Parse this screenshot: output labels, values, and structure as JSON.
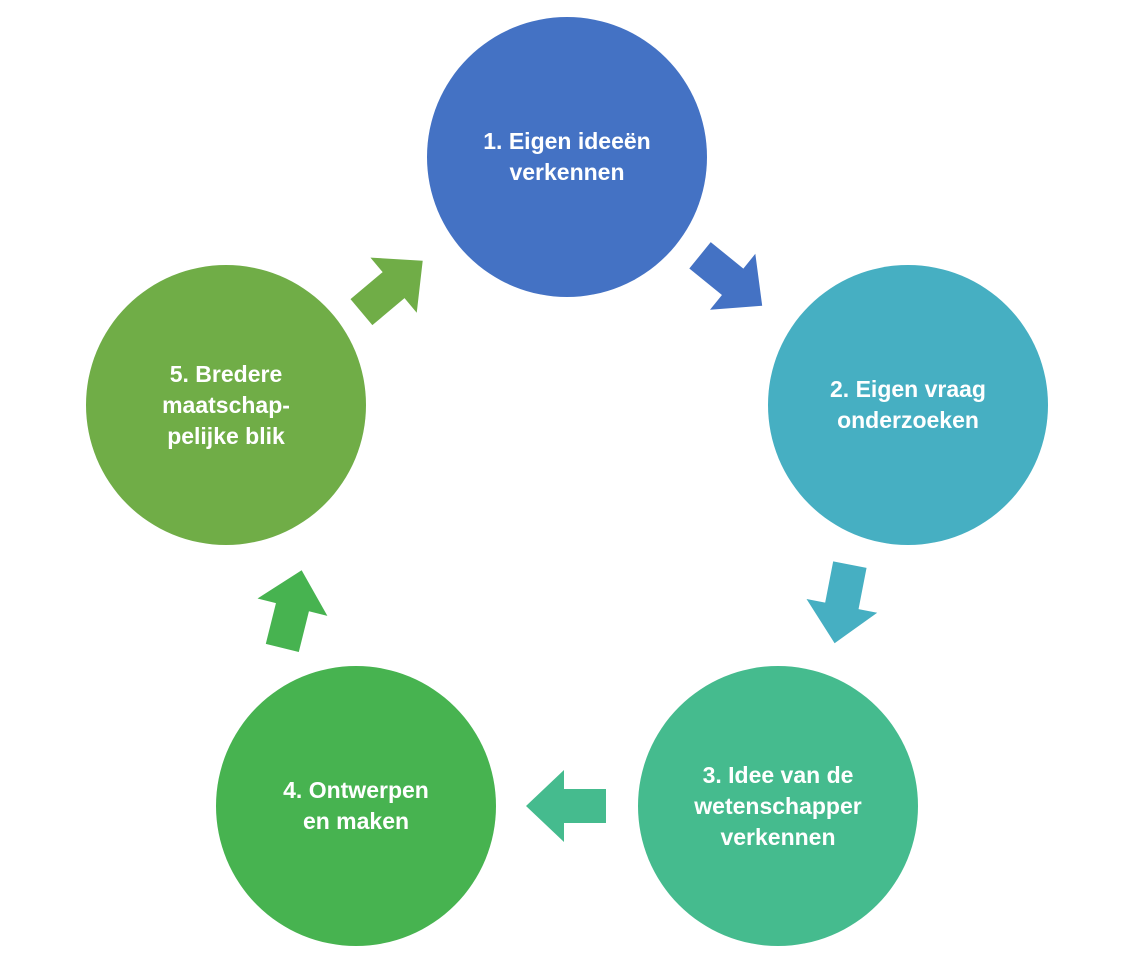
{
  "cycle": {
    "nodes": [
      {
        "label": "1. Eigen ideeën\nverkennen",
        "color": "#4472C4"
      },
      {
        "label": "2. Eigen vraag\nonderzoeken",
        "color": "#46AFC2"
      },
      {
        "label": "3. Idee van de\nwetenschapper\nverkennen",
        "color": "#45BB8E"
      },
      {
        "label": "4. Ontwerpen\nen maken",
        "color": "#47B350"
      },
      {
        "label": "5. Bredere\nmaatschap-\npelijke blik",
        "color": "#70AD47"
      }
    ]
  }
}
